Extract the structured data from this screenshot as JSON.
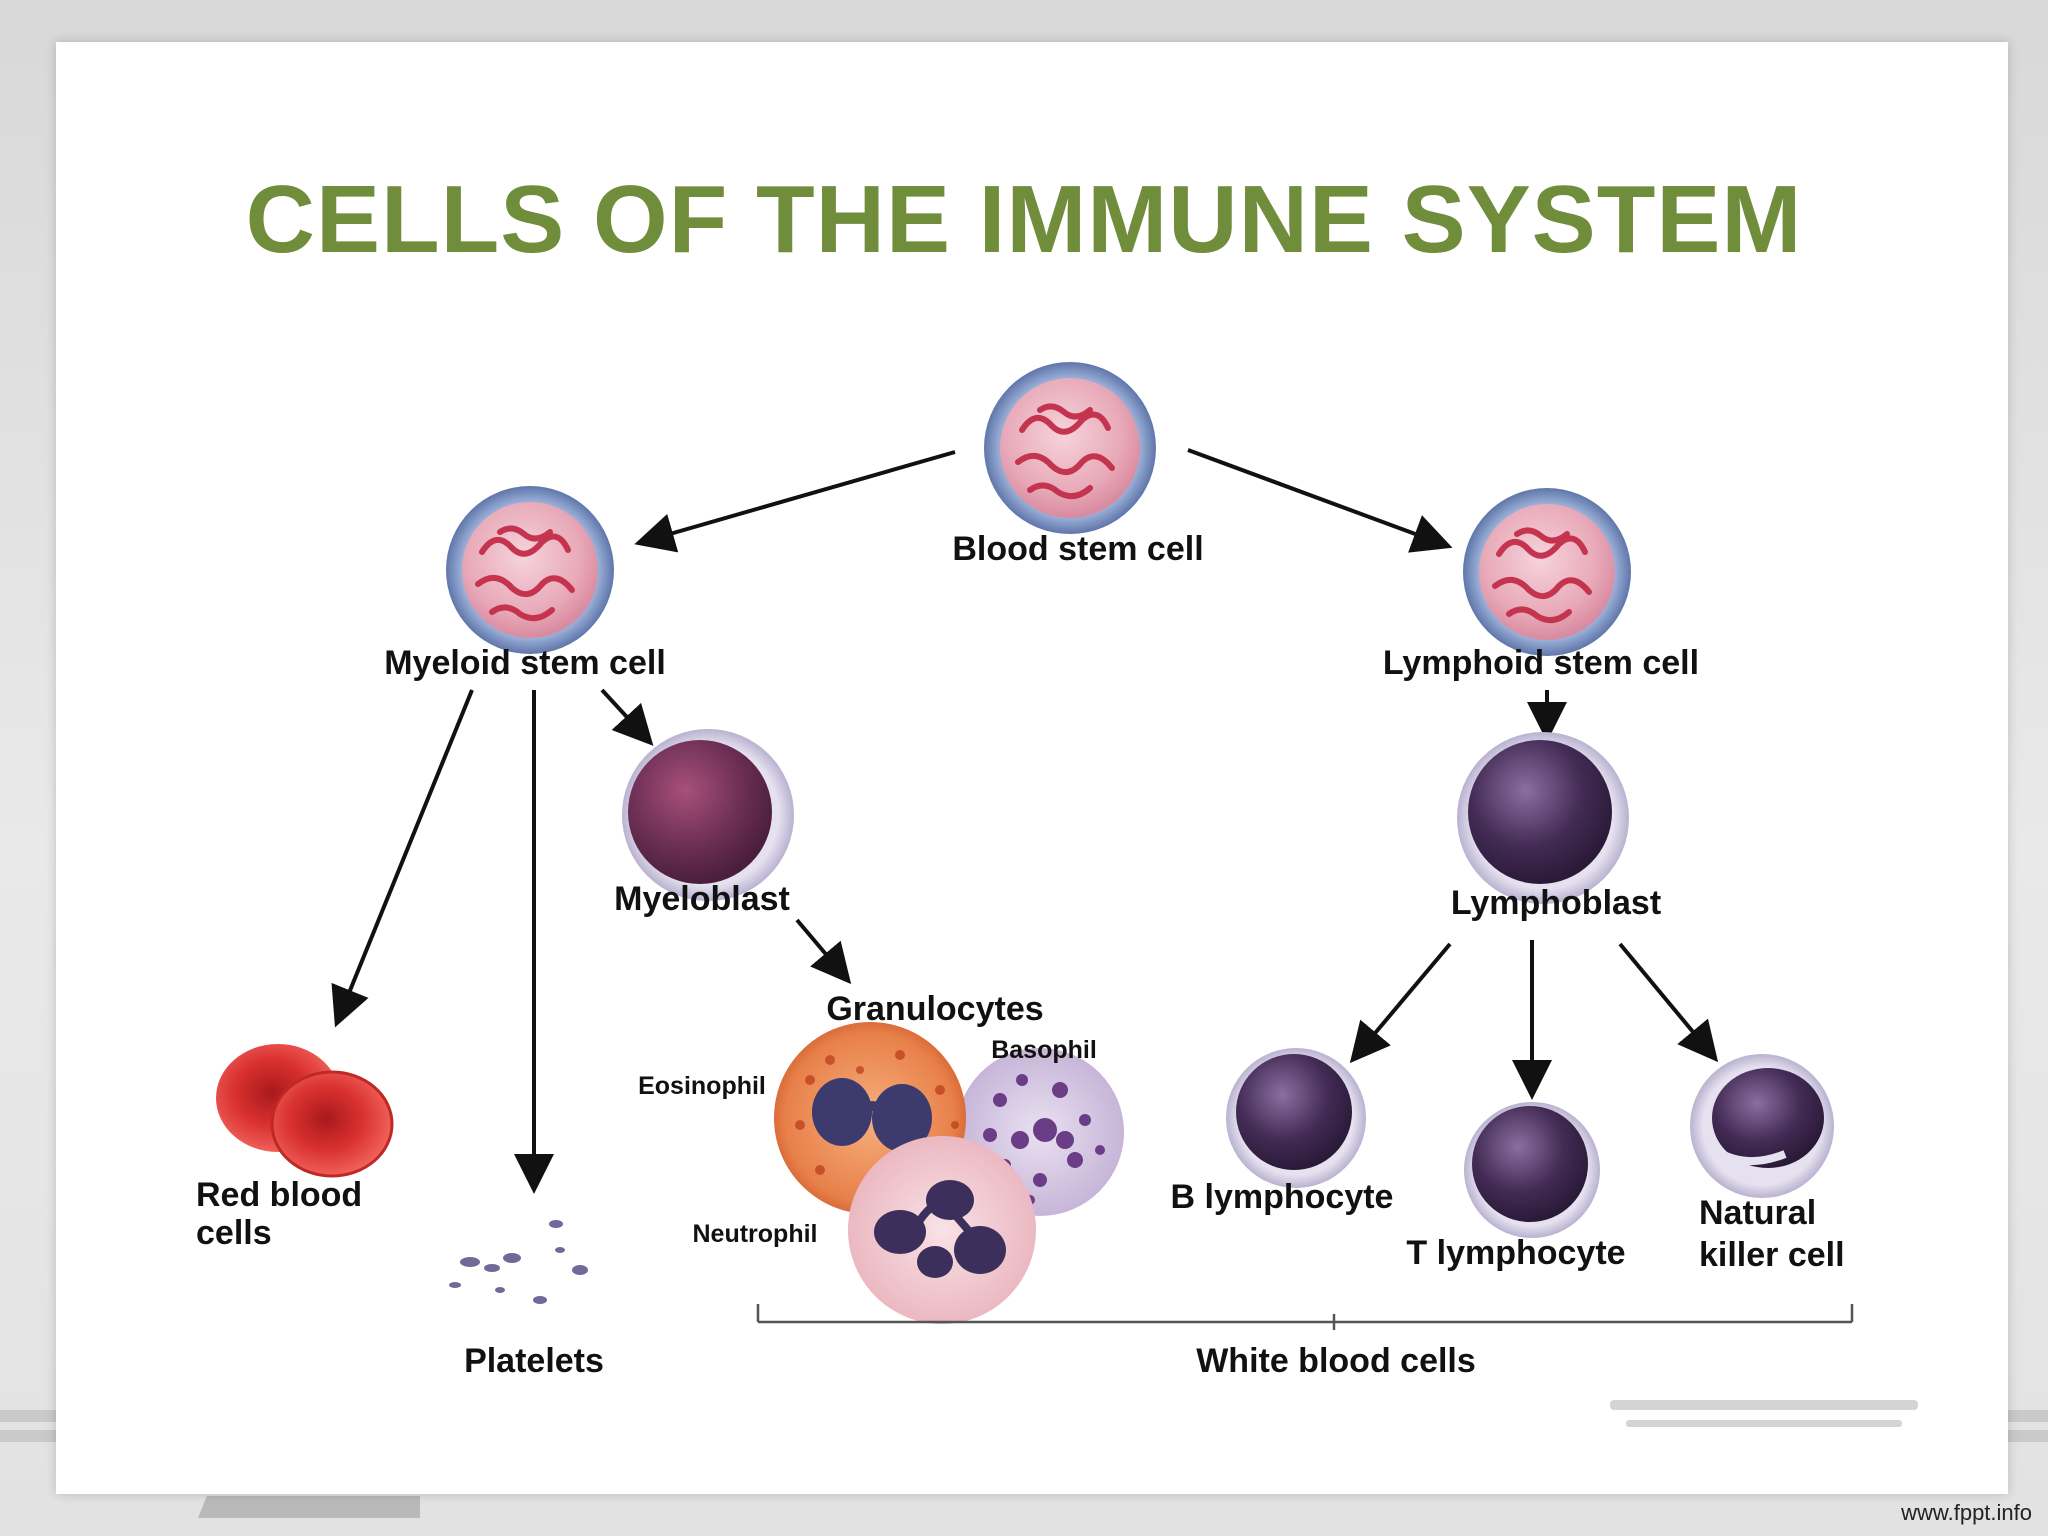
{
  "slide": {
    "title": "CELLS OF THE IMMUNE SYSTEM",
    "title_color": "#6f8d3a",
    "footer_url": "www.fppt.info"
  },
  "diagram": {
    "nodes": {
      "blood_stem": "Blood stem cell",
      "myeloid_stem": "Myeloid stem cell",
      "lymphoid_stem": "Lymphoid stem cell",
      "myeloblast": "Myeloblast",
      "lymphoblast": "Lymphoblast",
      "granulocytes": "Granulocytes",
      "eosinophil": "Eosinophil",
      "basophil": "Basophil",
      "neutrophil": "Neutrophil",
      "red_blood_line1": "Red blood",
      "red_blood_line2": "cells",
      "platelets": "Platelets",
      "b_lymphocyte": "B lymphocyte",
      "t_lymphocyte": "T lymphocyte",
      "nk_line1": "Natural",
      "nk_line2": "killer cell",
      "white_blood": "White blood cells"
    },
    "colors": {
      "stem_cell_rim": "#6e86b8",
      "stem_cell_fill": "#e8a9b8",
      "stem_cell_chromatin": "#c4344e",
      "blast_fill": "#5e2a4e",
      "lymphocyte_fill": "#3a2547",
      "red_blood_cell": "#d9312f",
      "eosinophil": "#e8804a",
      "basophil": "#cfc1dc",
      "neutrophil": "#f1c9cf",
      "arrow": "#111111"
    }
  }
}
